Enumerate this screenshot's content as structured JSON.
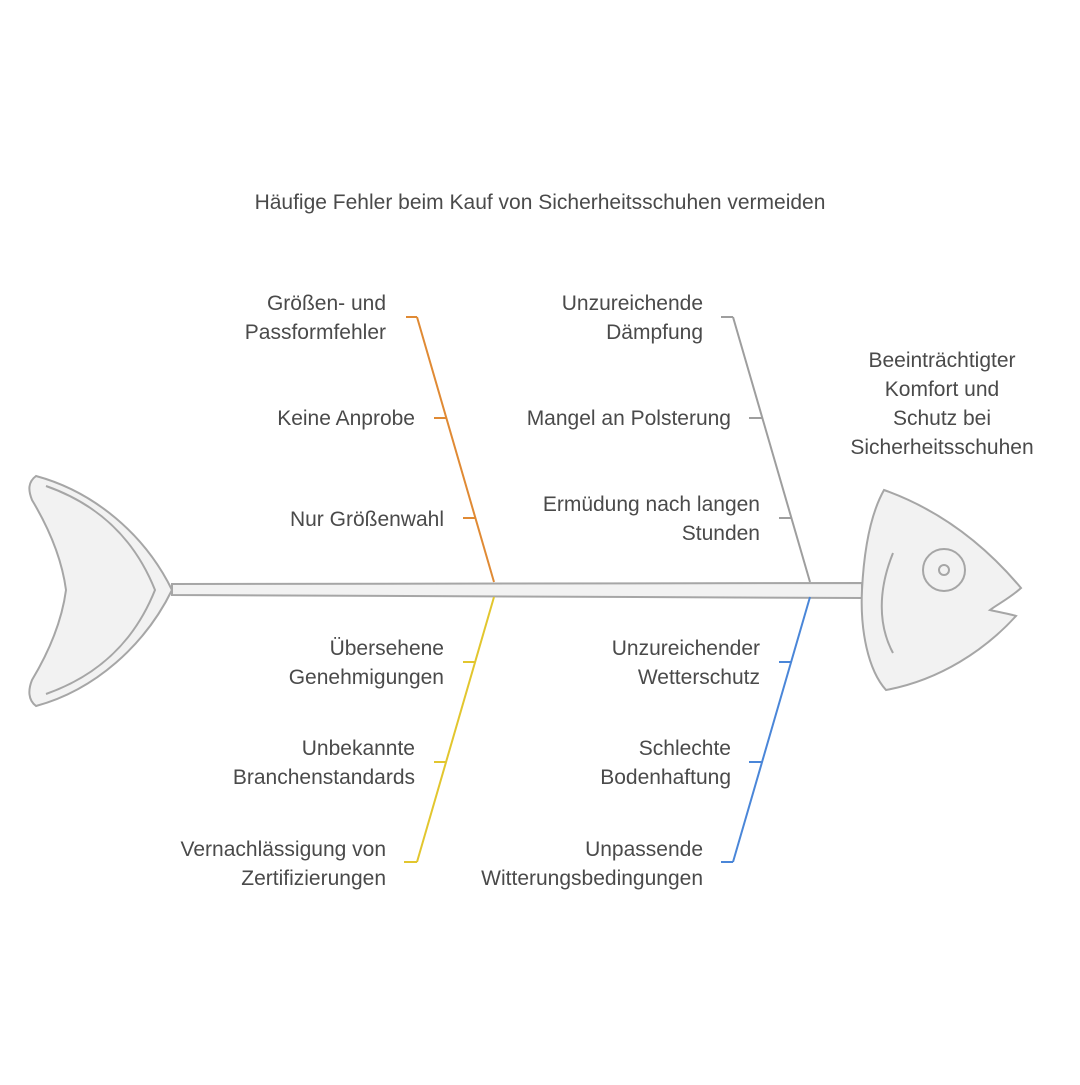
{
  "title": "Häufige Fehler beim Kauf von Sicherheitsschuhen vermeiden",
  "effect": "Beeinträchtigter\nKomfort und\nSchutz bei\nSicherheitsschuhen",
  "colors": {
    "orange": "#E08A34",
    "gray": "#9E9E9E",
    "yellow": "#E2C62E",
    "blue": "#4A86D8",
    "fish_fill": "#F2F2F2",
    "fish_stroke": "#A6A6A6"
  },
  "categories": [
    {
      "position": "top-left",
      "color": "orange",
      "causes": [
        "Größen- und\nPassformfehler",
        "Keine Anprobe",
        "Nur Größenwahl"
      ]
    },
    {
      "position": "top-right",
      "color": "gray",
      "causes": [
        "Unzureichende\nDämpfung",
        "Mangel an Polsterung",
        "Ermüdung nach langen\nStunden"
      ]
    },
    {
      "position": "bottom-left",
      "color": "yellow",
      "causes": [
        "Übersehene\nGenehmigungen",
        "Unbekannte\nBranchenstandards",
        "Vernachlässigung von\nZertifizierungen"
      ]
    },
    {
      "position": "bottom-right",
      "color": "blue",
      "causes": [
        "Unzureichender\nWetterschutz",
        "Schlechte\nBodenhaftung",
        "Unpassende\nWitterungsbedingungen"
      ]
    }
  ]
}
